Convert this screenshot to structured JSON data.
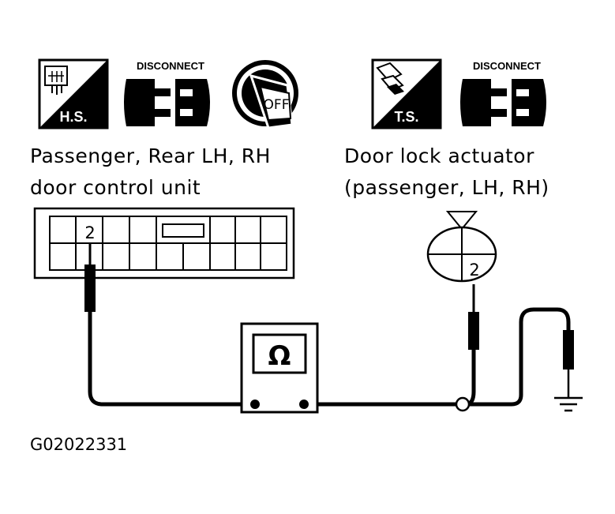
{
  "icons": {
    "harness_side": "H.S.",
    "terminal_side": "T.S.",
    "disconnect_left": "DISCONNECT",
    "disconnect_right": "DISCONNECT",
    "ignition": "OFF"
  },
  "left_component": {
    "line1": "Passenger, Rear LH, RH",
    "line2": "door control unit",
    "pin": "2"
  },
  "right_component": {
    "line1": "Door lock actuator",
    "line2": "(passenger, LH, RH)",
    "pin": "2"
  },
  "meter": {
    "symbol": "Ω"
  },
  "figure_code": "G02022331"
}
